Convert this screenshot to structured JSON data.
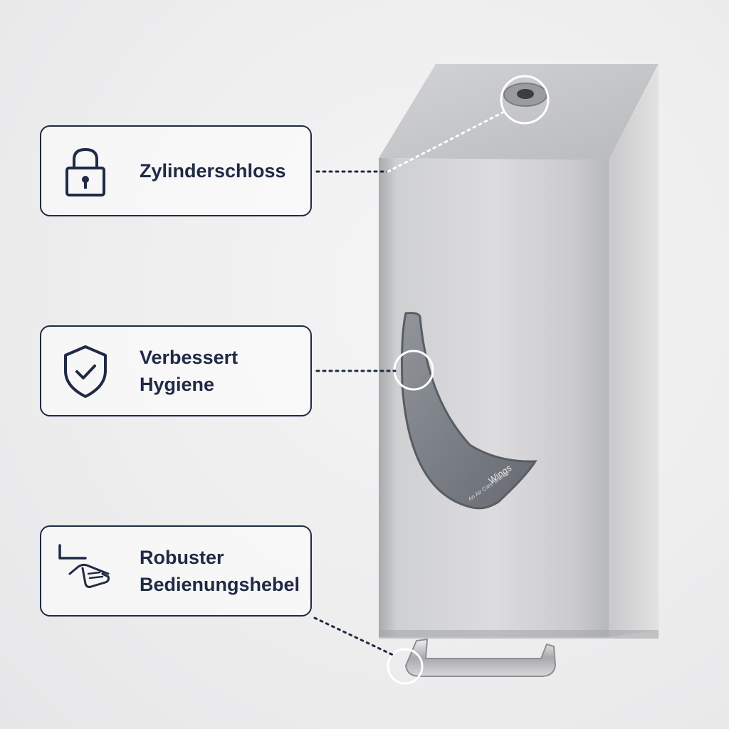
{
  "features": {
    "lock": {
      "label": "Zylinderschloss"
    },
    "hygiene": {
      "line1": "Verbessert",
      "line2": "Hygiene"
    },
    "lever": {
      "line1": "Robuster",
      "line2": "Bedienungshebel"
    }
  },
  "product": {
    "brand": "Wings",
    "tagline": "An Air Care Brand"
  },
  "colors": {
    "text": "#1f2a44",
    "steel": "#c8c8ca",
    "window": "#6b7078"
  }
}
